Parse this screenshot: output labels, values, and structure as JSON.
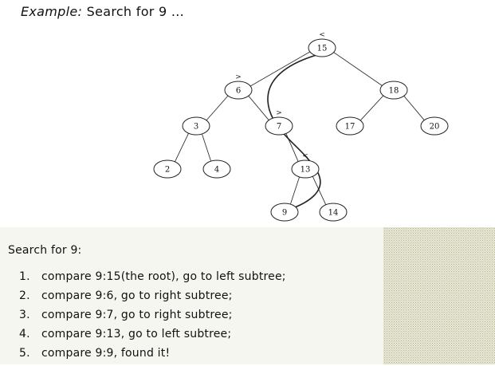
{
  "heading": {
    "prefix": "Example:",
    "text": "Search for 9 ..."
  },
  "tree": {
    "nodes": [
      {
        "id": "n15",
        "label": "15"
      },
      {
        "id": "n6",
        "label": "6"
      },
      {
        "id": "n18",
        "label": "18"
      },
      {
        "id": "n3",
        "label": "3"
      },
      {
        "id": "n7",
        "label": "7"
      },
      {
        "id": "n17",
        "label": "17"
      },
      {
        "id": "n20",
        "label": "20"
      },
      {
        "id": "n2",
        "label": "2"
      },
      {
        "id": "n4",
        "label": "4"
      },
      {
        "id": "n13",
        "label": "13"
      },
      {
        "id": "n9",
        "label": "9"
      },
      {
        "id": "n14",
        "label": "14"
      }
    ],
    "edges": [
      [
        "n15",
        "n6"
      ],
      [
        "n15",
        "n18"
      ],
      [
        "n6",
        "n3"
      ],
      [
        "n6",
        "n7"
      ],
      [
        "n18",
        "n17"
      ],
      [
        "n18",
        "n20"
      ],
      [
        "n3",
        "n2"
      ],
      [
        "n3",
        "n4"
      ],
      [
        "n7",
        "n13"
      ],
      [
        "n13",
        "n9"
      ],
      [
        "n13",
        "n14"
      ]
    ],
    "comparisons": [
      {
        "node": "n15",
        "symbol": "<"
      },
      {
        "node": "n6",
        "symbol": ">"
      },
      {
        "node": "n7",
        "symbol": ">"
      },
      {
        "node": "n13",
        "symbol": "<"
      }
    ],
    "search_path": [
      "n15",
      "n6",
      "n7",
      "n13",
      "n9"
    ]
  },
  "search": {
    "title": "Search for 9:",
    "steps": [
      {
        "num": "1.",
        "text": "compare 9:15(the root), go to left subtree;"
      },
      {
        "num": "2.",
        "text": "compare 9:6, go to right subtree;"
      },
      {
        "num": "3.",
        "text": "compare 9:7, go to right subtree;"
      },
      {
        "num": "4.",
        "text": "compare 9:13, go to left subtree;"
      },
      {
        "num": "5.",
        "text": "compare 9:9, found it!"
      }
    ]
  }
}
